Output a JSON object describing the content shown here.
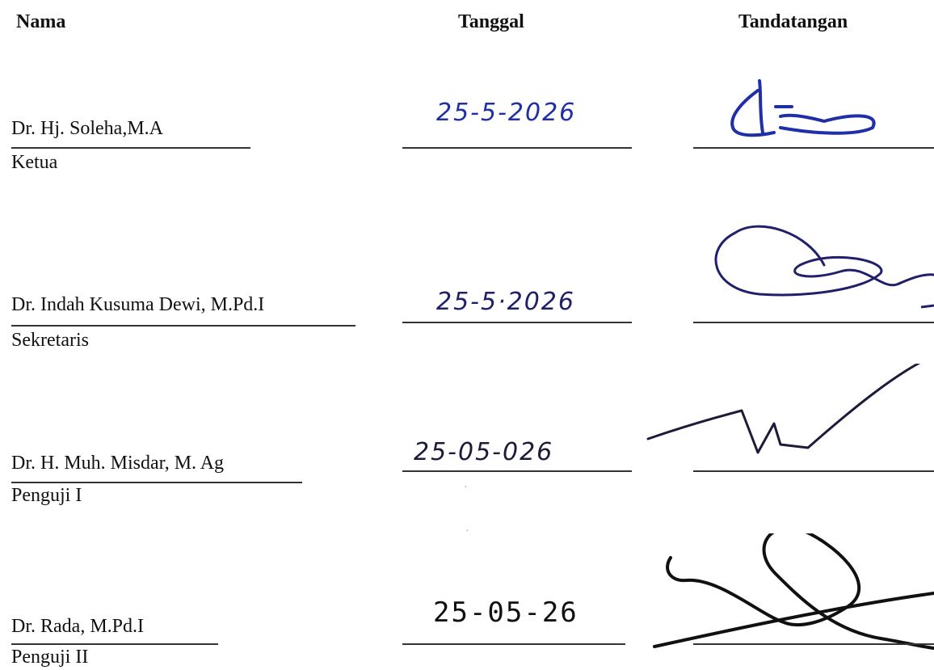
{
  "headers": {
    "name": "Nama",
    "date": "Tanggal",
    "signature": "Tandatangan"
  },
  "rows": [
    {
      "name": "Dr. Hj. Soleha,M.A",
      "role": "Ketua",
      "date": "25-5-2026",
      "ink": "#1f2fa8"
    },
    {
      "name": "Dr. Indah Kusuma Dewi, M.Pd.I",
      "role": "Sekretaris",
      "date": "25-5·2026",
      "ink": "#20206a"
    },
    {
      "name": "Dr. H. Muh. Misdar, M. Ag",
      "role": "Penguji I",
      "date": "25-05-026",
      "ink": "#1c1c3a"
    },
    {
      "name": "Dr. Rada, M.Pd.I",
      "role": "Penguji II",
      "date": "25-05-26",
      "ink": "#111111"
    }
  ]
}
